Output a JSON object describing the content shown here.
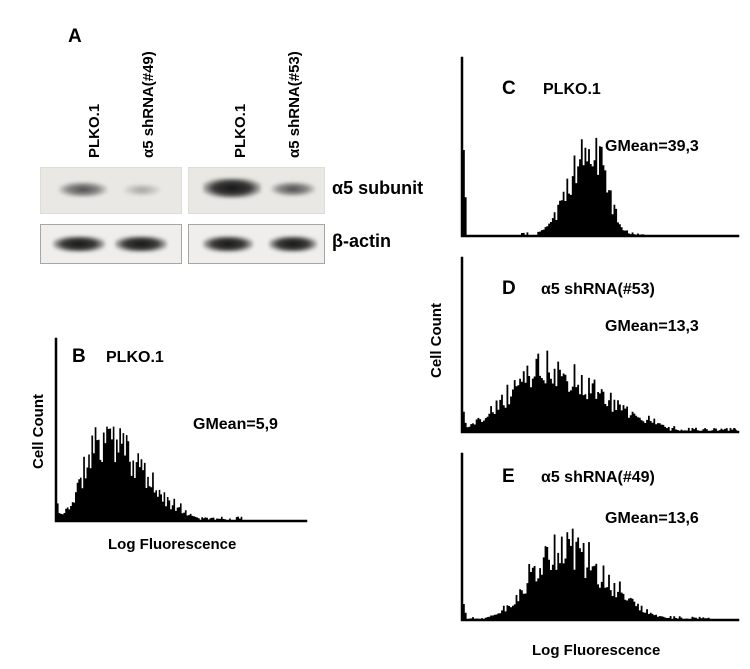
{
  "panel_a": {
    "label": "A",
    "lane_labels": [
      "PLKO.1",
      "α5 shRNA(#49)",
      "PLKO.1",
      "α5 shRNA(#53)"
    ],
    "row_labels": {
      "alpha5": "α5 subunit",
      "actin": "β-actin"
    }
  },
  "axis_labels": {
    "x": "Log Fluorescence",
    "y": "Cell Count"
  },
  "chart_data": [
    {
      "type": "area",
      "panel": "B",
      "title": "PLKO.1",
      "gmean_label": "GMean=5,9",
      "gmean_value": 5.9,
      "xlabel": "Log Fluorescence",
      "ylabel": "Cell Count",
      "x_scale": "log",
      "xticks": [],
      "yticks": [],
      "shape_estimate": {
        "peak_frac": 0.18,
        "sigma_left": 0.07,
        "sigma_right": 0.16,
        "height_frac": 0.52,
        "axis_spike": 0.1,
        "seed": 11
      }
    },
    {
      "type": "area",
      "panel": "C",
      "title": "PLKO.1",
      "gmean_label": "GMean=39,3",
      "gmean_value": 39.3,
      "xlabel": "Log Fluorescence",
      "ylabel": "Cell Count",
      "x_scale": "log",
      "xticks": [],
      "yticks": [],
      "shape_estimate": {
        "peak_frac": 0.47,
        "sigma_left": 0.075,
        "sigma_right": 0.055,
        "height_frac": 0.58,
        "axis_spike": 0.5,
        "seed": 23
      }
    },
    {
      "type": "area",
      "panel": "D",
      "title": "α5 shRNA(#53)",
      "gmean_label": "GMean=13,3",
      "gmean_value": 13.3,
      "xlabel": "Log Fluorescence",
      "ylabel": "Cell Count",
      "x_scale": "log",
      "xticks": [],
      "yticks": [],
      "shape_estimate": {
        "peak_frac": 0.3,
        "sigma_left": 0.13,
        "sigma_right": 0.2,
        "height_frac": 0.42,
        "axis_spike": 0.12,
        "seed": 37
      }
    },
    {
      "type": "area",
      "panel": "E",
      "title": "α5 shRNA(#49)",
      "gmean_label": "GMean=13,6",
      "gmean_value": 13.6,
      "xlabel": "Log Fluorescence",
      "ylabel": "Cell Count",
      "x_scale": "log",
      "xticks": [],
      "yticks": [],
      "shape_estimate": {
        "peak_frac": 0.37,
        "sigma_left": 0.11,
        "sigma_right": 0.15,
        "height_frac": 0.48,
        "axis_spike": 0.1,
        "seed": 41
      }
    }
  ]
}
